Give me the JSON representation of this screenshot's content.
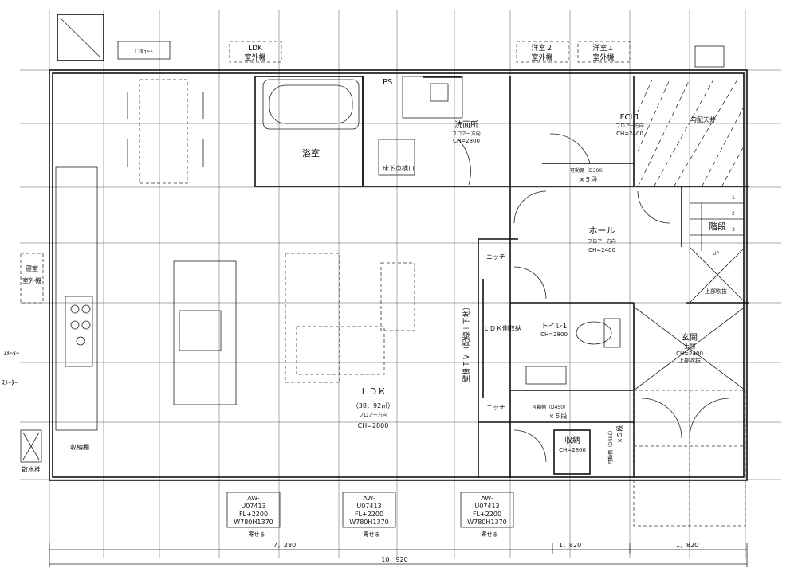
{
  "outdoor": {
    "ldk_unit": [
      "LDK",
      "室外機"
    ],
    "bed2_unit": [
      "洋室２",
      "室外機"
    ],
    "bed1_unit": [
      "洋室１",
      "室外機"
    ],
    "ecocute": "ｴｺｷｭｰﾄ",
    "left_unit": [
      "寝室",
      "室外機"
    ],
    "water_meter": "ｽﾒｰﾀｰ",
    "gas_meter": "ｽﾒｰﾀｰ",
    "faucet": "散水栓"
  },
  "rooms": {
    "ps": "PS",
    "bath": "浴室",
    "floor_hatch": "床下点検口",
    "washroom": {
      "name": "洗面所",
      "floor": "フロアー方向",
      "ch": "CH=2800"
    },
    "fcl": {
      "name": "FCL1",
      "floor": "フロアー方向",
      "ch": "CH=2400"
    },
    "sloped_ceiling": "勾配天井",
    "shelf_upper": {
      "spec": "可動棚（D300）",
      "count": "×５段"
    },
    "hall": {
      "name": "ホール",
      "floor": "フロアー方向",
      "ch": "CH=2400"
    },
    "stairs": {
      "name": "階段",
      "steps": [
        "1",
        "2",
        "3"
      ],
      "up": "UP"
    },
    "upper_void_1": "上部吹抜",
    "niche_1": "ニッチ",
    "toilet": {
      "name": "トイレ1",
      "ch": "CH=2800"
    },
    "ldk_storage": "ＬＤＫ側収納",
    "tv_wall": "壁掛ＴＶ（配線＋下地）",
    "entrance": {
      "name": "玄関",
      "sub": "土間",
      "ch": "CH=2400",
      "void": "上部吹抜"
    },
    "niche_2": "ニッチ",
    "shelf_mid": {
      "spec": "可動棚（D450）",
      "count": "×５段"
    },
    "storage": {
      "name": "収納",
      "ch": "CH=2800"
    },
    "shelf_right": {
      "spec": "可動棚（D450）",
      "count": "×５段"
    },
    "storage_shelf": "収納棚",
    "ldk": {
      "name": "ＬＤＫ",
      "area": "（38．92㎡）",
      "floor": "フロアー方向",
      "ch": "CH=2800"
    }
  },
  "windows": [
    {
      "lines": [
        "AW-",
        "U07413",
        "FL+2200",
        "W780H1370"
      ],
      "note": "寄せる"
    },
    {
      "lines": [
        "AW-",
        "U07413",
        "FL+2200",
        "W780H1370"
      ],
      "note": "寄せる"
    },
    {
      "lines": [
        "AW-",
        "U07413",
        "FL+2200",
        "W780H1370"
      ],
      "note": "寄せる"
    }
  ],
  "dimensions": {
    "seg1": "7，280",
    "seg2": "1，820",
    "seg3": "1，820",
    "total": "10，920"
  }
}
